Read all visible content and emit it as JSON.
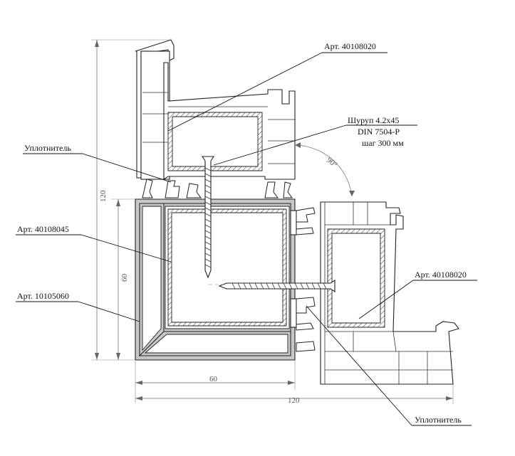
{
  "labels": {
    "art_top": "Арт. 40108020",
    "art_right": "Арт. 40108020",
    "art_reinforcement": "Арт. 40108045",
    "art_frame": "Арт. 10105060",
    "seal_left": "Уплотнитель",
    "seal_bottom": "Уплотнитель",
    "screw_line1": "Шуруп 4.2х45",
    "screw_line2": "DIN 7504-P",
    "screw_line3": "шаг 300 мм"
  },
  "dimensions": {
    "height_total": "120",
    "height_frame": "60",
    "width_frame": "60",
    "width_total": "120",
    "angle": "90°"
  },
  "colors": {
    "frame_fill": "#c8c8c8",
    "hatch": "#555555",
    "line": "#222222"
  }
}
